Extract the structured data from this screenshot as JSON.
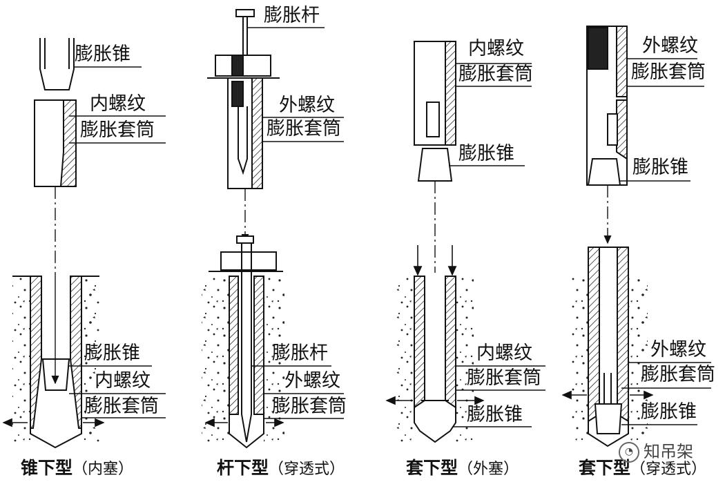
{
  "diagrams": [
    {
      "caption_main": "锥下型",
      "caption_sub": "（内塞）",
      "top_labels": [
        "膨胀锥",
        "内螺纹",
        "膨胀套筒"
      ],
      "bottom_labels": [
        "膨胀锥",
        "内螺纹",
        "膨胀套筒"
      ]
    },
    {
      "caption_main": "杆下型",
      "caption_sub": "（穿透式）",
      "top_labels": [
        "膨胀杆",
        "外螺纹",
        "膨胀套筒"
      ],
      "bottom_labels": [
        "膨胀杆",
        "外螺纹",
        "膨胀套筒"
      ]
    },
    {
      "caption_main": "套下型",
      "caption_sub": "（外塞）",
      "top_labels": [
        "内螺纹",
        "膨胀套筒",
        "膨胀锥"
      ],
      "bottom_labels": [
        "内螺纹",
        "膨胀套筒",
        "膨胀锥"
      ]
    },
    {
      "caption_main": "套下型",
      "caption_sub": "（穿透式）",
      "top_labels": [
        "外螺纹",
        "膨胀套筒",
        "膨胀锥"
      ],
      "bottom_labels": [
        "外螺纹",
        "膨胀套筒",
        "膨胀锥"
      ]
    }
  ],
  "watermark": {
    "icon": "wechat-channel-icon",
    "text": "知吊架"
  }
}
